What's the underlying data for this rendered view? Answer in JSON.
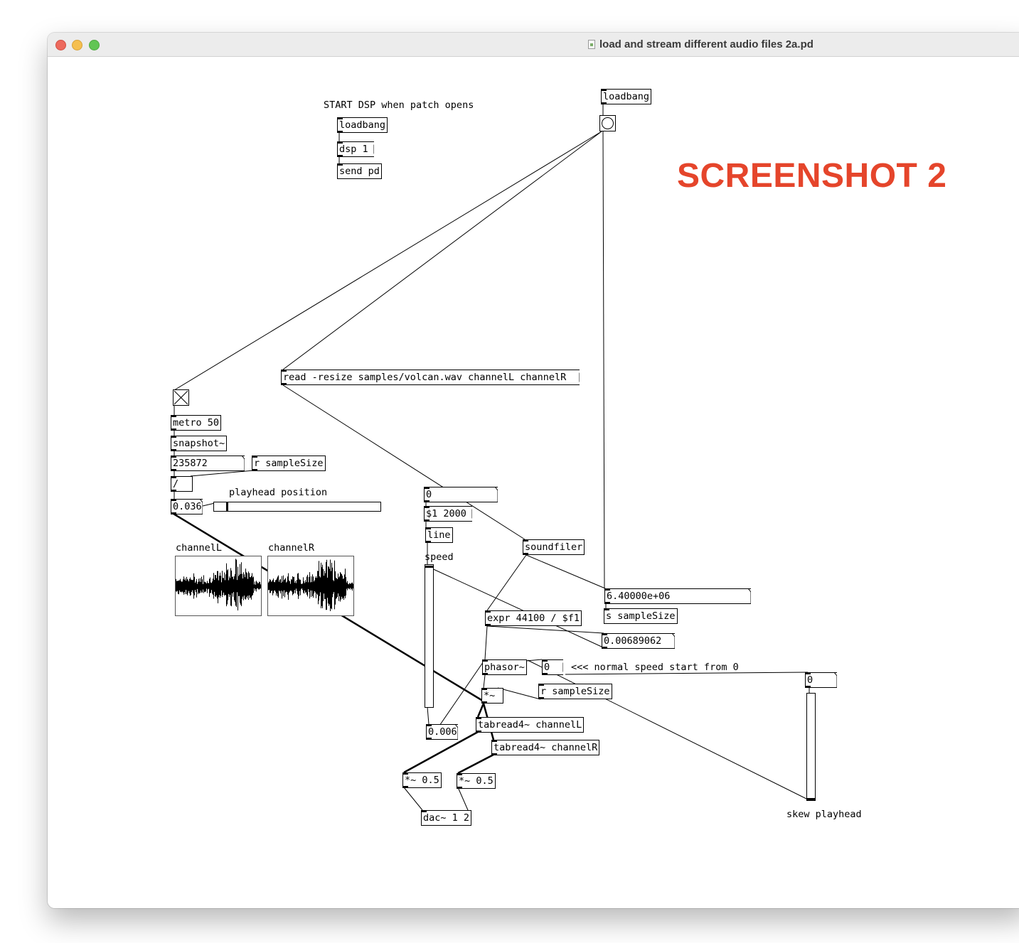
{
  "window": {
    "title": "load and stream different audio files 2a.pd"
  },
  "overlay_label": "SCREENSHOT 2",
  "colors": {
    "watermark": "#e5452b",
    "traffic_close": "#ed6a5e",
    "traffic_minimize": "#f5bf4f",
    "traffic_zoom": "#62c554"
  },
  "comments": {
    "start_dsp": "START DSP when patch opens",
    "playhead_position": "playhead position",
    "channelL": "channelL",
    "channelR": "channelR",
    "speed": "speed",
    "normal_speed": "<<< normal speed  start from 0",
    "skew_playhead": "skew playhead"
  },
  "objects": {
    "loadbang_top": "loadbang",
    "loadbang_dsp": "loadbang",
    "send_pd": "send pd",
    "metro": "metro 50",
    "snapshot": "snapshot~",
    "r_samplesize_1": "r sampleSize",
    "divide": "/",
    "soundfiler": "soundfiler",
    "line": "line",
    "expr": "expr 44100 / $f1",
    "s_samplesize": "s sampleSize",
    "phasor": "phasor~",
    "r_samplesize_2": "r sampleSize",
    "mul_sig": "*~",
    "tabread_l": "tabread4~ channelL",
    "tabread_r": "tabread4~ channelR",
    "mul_left": "*~ 0.5",
    "mul_right": "*~ 0.5",
    "dac": "dac~ 1 2"
  },
  "messages": {
    "dsp_on": "dsp 1",
    "read": "read -resize samples/volcan.wav channelL channelR",
    "line_ramp": "$1 2000",
    "normal_speed": "0"
  },
  "numbers": {
    "snapshot_value": "235872",
    "playhead_value": "0.036",
    "speed_input": "0",
    "speed_output": "0.006",
    "sample_size": "6.40000e+06",
    "expr_output": "0.00689062",
    "skew_input": "0"
  },
  "sliders": {
    "playhead_position": 0.036,
    "speed": 0.006,
    "skew_playhead": 0.0
  },
  "toggle": {
    "metro_on": true
  }
}
